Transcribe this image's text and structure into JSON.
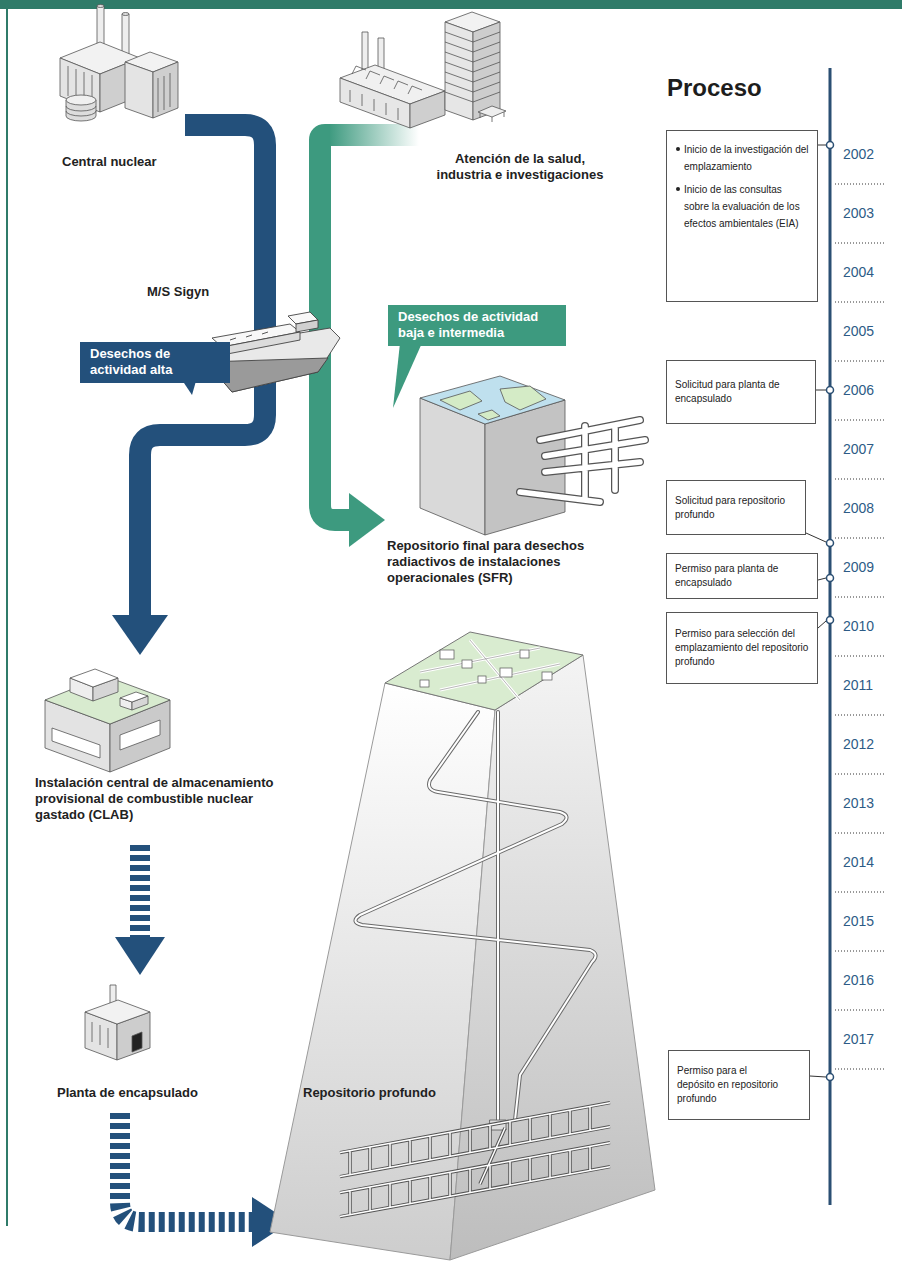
{
  "diagram": {
    "title": "Proceso",
    "nodes": [
      {
        "text": [
          "Central nuclear"
        ]
      },
      {
        "text": [
          "Atención de la salud, industria e investigaciones"
        ]
      },
      {
        "text": [
          "Desechos de actividad alta"
        ]
      },
      {
        "text": [
          "Desechos de actividad baja e intermedia"
        ]
      },
      {
        "text": [
          "Repositorio final para desechos radiactivos de instalaciones operacionales (SFR)"
        ]
      },
      {
        "text": [
          "Instalación central de almacenamiento provisional de combustible nuclear gastado (CLAB)"
        ]
      },
      {
        "text": [
          "Planta de encapsulado"
        ]
      },
      {
        "text": [
          "Repositorio profundo"
        ]
      },
      {
        "text": [
          "Inicio de la investigación del emplazamiento",
          "Inicio de las consultas sobre la evaluación de los efectos ambientales (EIA)"
        ]
      },
      {
        "text": [
          "Solicitud para planta de encapsulado"
        ]
      },
      {
        "text": [
          "Solicitud para repositorio profundo"
        ]
      },
      {
        "text": [
          "Permiso para planta de encapsulado"
        ]
      },
      {
        "text": [
          "Permiso para selección del emplazamiento del repositorio profundo"
        ]
      },
      {
        "text": [
          "Permiso para el depósito en repositorio profundo"
        ]
      }
    ],
    "edges": [
      {
        "from": 0,
        "to": 5,
        "arrow": "to"
      },
      {
        "from": 1,
        "to": 4,
        "arrow": "to"
      },
      {
        "from": 5,
        "to": 6,
        "arrow": "to"
      },
      {
        "from": 6,
        "to": 7,
        "arrow": "to"
      }
    ],
    "labels": [
      "M/S Sigyn",
      "2002",
      "2003",
      "2004",
      "2005",
      "2006",
      "2007",
      "2008",
      "2009",
      "2010",
      "2011",
      "2012",
      "2013",
      "2014",
      "2015",
      "2016",
      "2017"
    ]
  }
}
